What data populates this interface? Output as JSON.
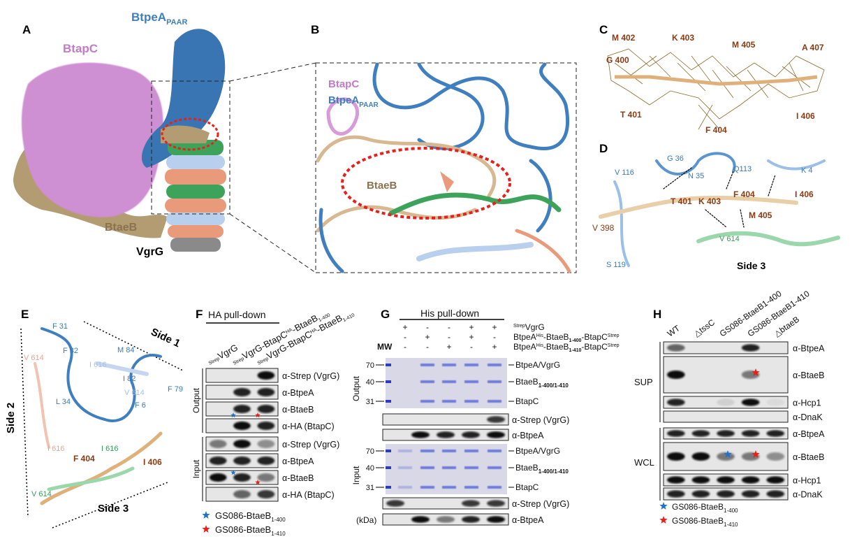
{
  "colors": {
    "btapc": "#d89ad8",
    "btpea": "#3f7fbf",
    "btaeb": "#b89a6e",
    "vgrg_green": "#3ea35a",
    "vgrg_salmon": "#e89a7a",
    "vgrg_blue": "#b8cfee",
    "red_star": "#e8201c",
    "blue_star": "#1f73c9",
    "dashed_ellipse": "#e8201c"
  },
  "panels": {
    "A": {
      "letter": "A",
      "btapc": "BtapC",
      "btpea": "BtpeA",
      "btpea_sub": "PAAR",
      "btaeb": "BtaeB",
      "vgrg": "VgrG"
    },
    "B": {
      "letter": "B",
      "btapc": "BtapC",
      "btpea": "BtpeA",
      "btpea_sub": "PAAR",
      "btaeb": "BtaeB"
    },
    "C": {
      "letter": "C",
      "residues": [
        "M 402",
        "K 403",
        "M 405",
        "A 407",
        "G 400",
        "T 401",
        "F 404",
        "I 406"
      ]
    },
    "D": {
      "letter": "D",
      "residues_blue": [
        "G 36",
        "N 35",
        "Q113",
        "K 4",
        "V 116",
        "S 119"
      ],
      "residues_brown": [
        "T 401",
        "K 403",
        "F 404",
        "I 406",
        "M 405",
        "V 398"
      ],
      "residues_green": [
        "V 614"
      ],
      "side": "Side 3"
    },
    "E": {
      "letter": "E",
      "side1": "Side 1",
      "side2": "Side 2",
      "side3": "Side 3",
      "residues_blue": [
        "F 31",
        "F 32",
        "M 84",
        "L 34",
        "I 82",
        "F 6",
        "F 79"
      ],
      "residues_pale": [
        "V 614",
        "I 616",
        "I 616",
        "V 614"
      ],
      "residues_brown": [
        "F 404",
        "I 406"
      ],
      "residues_green": [
        "I 616",
        "V 614"
      ]
    },
    "F": {
      "letter": "F",
      "title": "HA pull-down",
      "lanes": [
        {
          "sup": "Strep",
          "main": "VgrG"
        },
        {
          "sup": "Strep",
          "main": "VgrG-BtapC",
          "sup2": "HA",
          "main2": "-BtaeB",
          "sub": "1-400"
        },
        {
          "sup": "Strep",
          "main": "VgrG-BtapC",
          "sup2": "HA",
          "main2": "-BtaeB",
          "sub": "1-410"
        }
      ],
      "groups": [
        "Output",
        "Input"
      ],
      "rows": [
        {
          "label": "α-Strep (VgrG)",
          "bands": [
            0,
            0,
            1
          ]
        },
        {
          "label": "α-BtpeA",
          "bands": [
            0,
            0.9,
            0.9
          ]
        },
        {
          "label": "α-BtaeB",
          "bands": [
            0,
            0.9,
            0.9
          ],
          "stars": [
            "blue",
            "red"
          ]
        },
        {
          "label": "α-HA (BtapC)",
          "bands": [
            0,
            1,
            0.9
          ]
        },
        {
          "label": "α-Strep (VgrG)",
          "bands": [
            0.5,
            1,
            0.4
          ]
        },
        {
          "label": "α-BtpeA",
          "bands": [
            0.9,
            0.9,
            0.9
          ]
        },
        {
          "label": "α-BtaeB",
          "bands": [
            1,
            0.9,
            0.5
          ],
          "stars": [
            "blue",
            "red"
          ]
        },
        {
          "label": "α-HA (BtapC)",
          "bands": [
            0,
            0.6,
            0.8
          ]
        }
      ],
      "legend": [
        {
          "star": "blue",
          "text": "GS086-BtaeB",
          "sub": "1-400"
        },
        {
          "star": "red",
          "text": "GS086-BtaeB",
          "sub": "1-410"
        }
      ]
    },
    "G": {
      "letter": "G",
      "title": "His pull-down",
      "mw_label": "MW",
      "kda": "(kDa)",
      "conditions": [
        {
          "signs": [
            "+",
            "-",
            "-",
            "+",
            "+"
          ],
          "label": "VgrG",
          "sup": "Strep"
        },
        {
          "signs": [
            "-",
            "+",
            "-",
            "+",
            "-"
          ],
          "label": "BtpeA",
          "sup": "His",
          "mid": "-BtaeB",
          "sub": "1-400",
          "end": "-BtapC",
          "sup2": "Strep"
        },
        {
          "signs": [
            "-",
            "-",
            "+",
            "-",
            "+"
          ],
          "label": "BtpeA",
          "sup": "His",
          "mid": "-BtaeB",
          "sub": "1-410",
          "end": "-BtapC",
          "sup2": "Strep"
        }
      ],
      "mw_marks": [
        "70",
        "40",
        "31"
      ],
      "groups": [
        "Output",
        "Input"
      ],
      "gel_bands": [
        "BtpeA/VgrG",
        "BtaeB",
        "BtapC"
      ],
      "gel_band_sub": "1-400/1-410",
      "output_gel": [
        0,
        1,
        1,
        1,
        1
      ],
      "input_gel": [
        0.4,
        1,
        1,
        1,
        1
      ],
      "blots": [
        {
          "label": "α-Strep (VgrG)",
          "bands": [
            0,
            0,
            0,
            0,
            0.8
          ]
        },
        {
          "label": "α-BtpeA",
          "bands": [
            0,
            1,
            0.9,
            0.9,
            1
          ]
        },
        {
          "label": "α-Strep (VgrG)",
          "bands": [
            0.8,
            0,
            0,
            0.8,
            0.8
          ]
        },
        {
          "label": "α-BtpeA",
          "bands": [
            0,
            1,
            0.5,
            0.9,
            1
          ]
        }
      ]
    },
    "H": {
      "letter": "H",
      "lanes": [
        "WT",
        "△tssC",
        "GS086-BtaeB1-400",
        "GS086-BtaeB1-410",
        "△btaeB"
      ],
      "groups": [
        "SUP",
        "WCL"
      ],
      "rows": [
        {
          "label": "α-BtpeA",
          "bands": [
            0.6,
            0,
            0,
            0.9,
            0
          ]
        },
        {
          "label": "α-BtaeB",
          "bands": [
            1,
            0,
            0,
            0.5,
            0
          ],
          "stars": [
            "",
            "",
            "",
            "red",
            ""
          ]
        },
        {
          "label": "α-Hcp1",
          "bands": [
            0.9,
            0,
            0.1,
            1,
            0.05
          ]
        },
        {
          "label": "α-DnaK",
          "bands": [
            0,
            0,
            0,
            0,
            0
          ]
        },
        {
          "label": "α-BtpeA",
          "bands": [
            0.9,
            0.9,
            0.9,
            0.9,
            0.9
          ]
        },
        {
          "label": "α-BtaeB",
          "bands": [
            1,
            1,
            0.5,
            0.5,
            0.4
          ],
          "stars": [
            "",
            "",
            "blue",
            "red",
            ""
          ]
        },
        {
          "label": "α-Hcp1",
          "bands": [
            1,
            1,
            1,
            1,
            1
          ]
        },
        {
          "label": "α-DnaK",
          "bands": [
            0.9,
            0.9,
            0.9,
            0.9,
            0.9
          ]
        }
      ],
      "legend": [
        {
          "star": "blue",
          "text": "GS086-BtaeB",
          "sub": "1-400"
        },
        {
          "star": "red",
          "text": "GS086-BtaeB",
          "sub": "1-410"
        }
      ]
    }
  }
}
